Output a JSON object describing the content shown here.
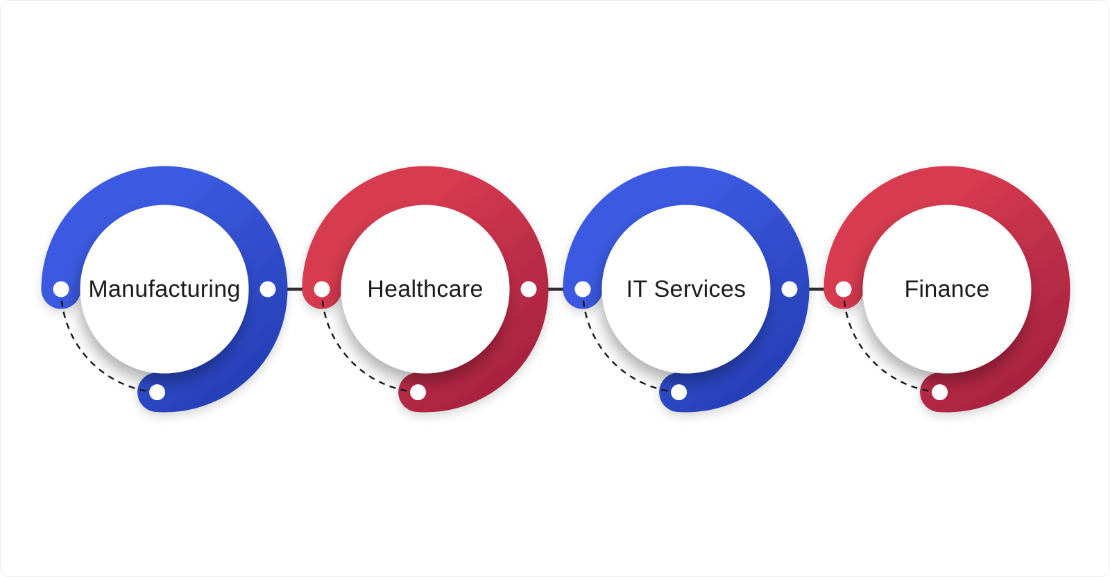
{
  "diagram": {
    "type": "process-rings",
    "items": [
      {
        "label": "Manufacturing",
        "color": "#3B5AE1",
        "color_dark": "#2740B8"
      },
      {
        "label": "Healthcare",
        "color": "#D63A50",
        "color_dark": "#A82340"
      },
      {
        "label": "IT Services",
        "color": "#3B5AE1",
        "color_dark": "#2740B8"
      },
      {
        "label": "Finance",
        "color": "#D63A50",
        "color_dark": "#A82340"
      }
    ],
    "styles": {
      "background": "#FFFFFF",
      "connector_color": "#2E2E2E",
      "dash_color": "#161616",
      "dot_color": "#FFFFFF",
      "label_color": "#1B1B1B",
      "border_color": "#EDEDED"
    }
  }
}
